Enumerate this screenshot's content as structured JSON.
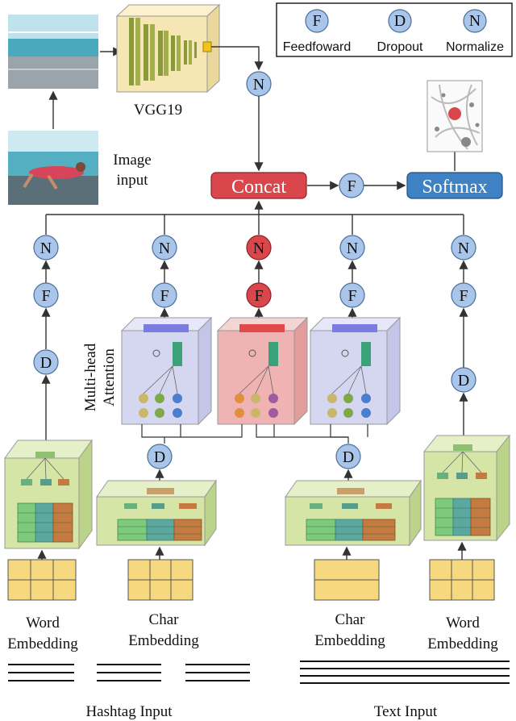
{
  "legend": {
    "items": [
      {
        "symbol": "F",
        "label": "Feedfoward"
      },
      {
        "symbol": "D",
        "label": "Dropout"
      },
      {
        "symbol": "N",
        "label": "Normalize"
      }
    ]
  },
  "labels": {
    "vgg": "VGG19",
    "image_input_line1": "Image",
    "image_input_line2": "input",
    "concat": "Concat",
    "softmax": "Softmax",
    "attention_line1": "Multi-head",
    "attention_line2": "Attention",
    "word_emb_left_1": "Word",
    "word_emb_left_2": "Embedding",
    "char_emb_left_1": "Char",
    "char_emb_left_2": "Embedding",
    "char_emb_right_1": "Char",
    "char_emb_right_2": "Embedding",
    "word_emb_right_1": "Word",
    "word_emb_right_2": "Embedding",
    "hashtag_input": "Hashtag Input",
    "text_input": "Text Input"
  },
  "nodes": {
    "n": "N",
    "f": "F",
    "d": "D"
  },
  "colors": {
    "circle_blue": "#a9c6ea",
    "circle_red": "#d9474d",
    "concat_box": "#d9474d",
    "softmax_box": "#3f82c4",
    "green_cube": "#d4e5a6",
    "attention_blue": "#d5d7f0",
    "attention_red": "#efb3b3",
    "embedding_yellow": "#f6d97e",
    "vgg_box": "#f5e6b4"
  }
}
